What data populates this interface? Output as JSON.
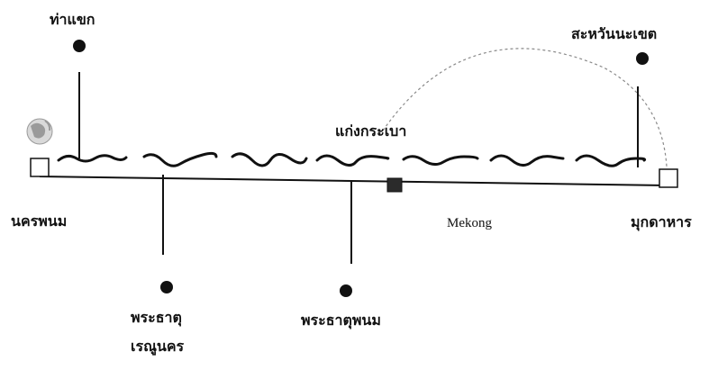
{
  "labels": {
    "tha_khaek": "ท่าแขก",
    "savannakhet": "สะหวันนะเขต",
    "kaeng_kabao": "แก่งกระเบา",
    "nakhon_phanom": "นครพนม",
    "mukdahan": "มุกดาหาร",
    "mekong": "Mekong",
    "phra_that_renu": "พระธาตุ",
    "renu_nakhon": "เรณูนคร",
    "phra_that_phanom": "พระธาตุพนม"
  },
  "colors": {
    "line": "#111111",
    "curve": "#8a8a8a",
    "square_filled": "#2b2b2b",
    "square_open": "#ffffff",
    "globe": "#9a9a9a"
  }
}
